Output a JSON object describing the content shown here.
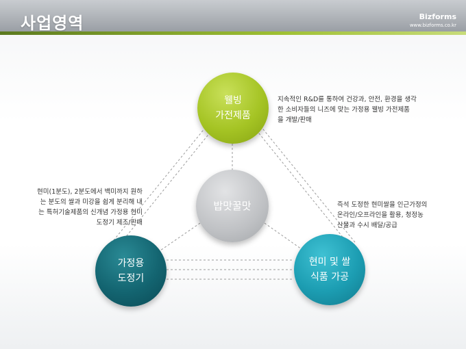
{
  "header": {
    "title": "사업영역",
    "brand": "Bizforms",
    "brand_url": "www.bizforms.co.kr"
  },
  "diagram": {
    "center": {
      "label": "밥맛꿀맛"
    },
    "nodes": {
      "top": {
        "label_lines": [
          "웰빙",
          "가전제품"
        ]
      },
      "left": {
        "label_lines": [
          "가정용",
          "도정기"
        ]
      },
      "right": {
        "label_lines": [
          "현미 및 쌀",
          "식품 가공"
        ]
      }
    },
    "descriptions": {
      "top": [
        "지속적인 R&D를 통하여 건강과, 안전, 환경을 생각",
        "한 소비자들의 니즈에 맞는 가정용 웰빙 가전제품",
        "을 개발/판매"
      ],
      "left": [
        "현미(1분도), 2분도에서 백미까지 원하",
        "는 분도의 쌀과 미강을 쉽게 분리해 내",
        "는 특허기술제품의 신개념 가정용 현미",
        "도정기 제조/판매"
      ],
      "right": [
        "즉석 도정한 현미쌀을 인근가정의",
        "온라인/오프라인을 활용, 청정농",
        "산물과 수시 배달/공급"
      ]
    },
    "colors": {
      "top": "#a5c424",
      "center": "#bfc1c4",
      "left": "#136470",
      "right": "#1c9db2",
      "accent": "#9fc033"
    }
  }
}
